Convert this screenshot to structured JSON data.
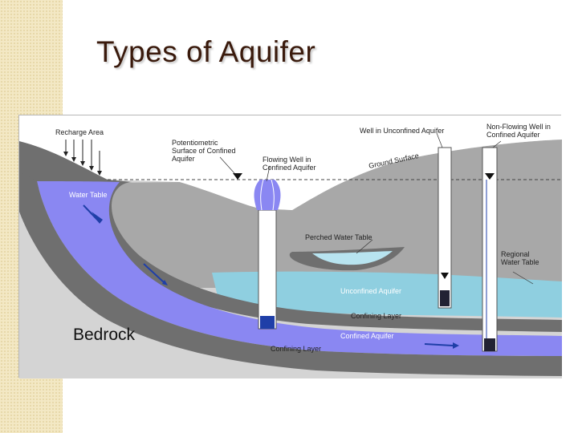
{
  "slide": {
    "title": "Types of Aquifer"
  },
  "labels": {
    "recharge_area": "Recharge Area",
    "potentiometric_1": "Potentiometric",
    "potentiometric_2": "Surface of Confined",
    "potentiometric_3": "Aquifer",
    "flowing_well_1": "Flowing Well in",
    "flowing_well_2": "Confined Aquifer",
    "well_unconfined": "Well in Unconfined Aquifer",
    "nonflowing_1": "Non-Flowing Well in",
    "nonflowing_2": "Confined Aquifer",
    "ground_surface": "Ground Surface",
    "water_table": "Water Table",
    "perched_water_table": "Perched Water Table",
    "regional_1": "Regional",
    "regional_2": "Water Table",
    "unconfined_aquifer": "Unconfined Aquifer",
    "confining_layer_upper": "Confining Layer",
    "confined_aquifer": "Confined Aquifer",
    "confining_layer_lower": "Confining Layer",
    "bedrock": "Bedrock"
  },
  "colors": {
    "bedrock": "#d4d4d4",
    "ground": "#a8a8a8",
    "confining_layer": "#6f6f6f",
    "confined_aquifer": "#8a87f2",
    "unconfined_aquifer": "#8fcfe0",
    "perched_water": "#b8e4f0",
    "flow_arrows": "#1f3fa8"
  }
}
